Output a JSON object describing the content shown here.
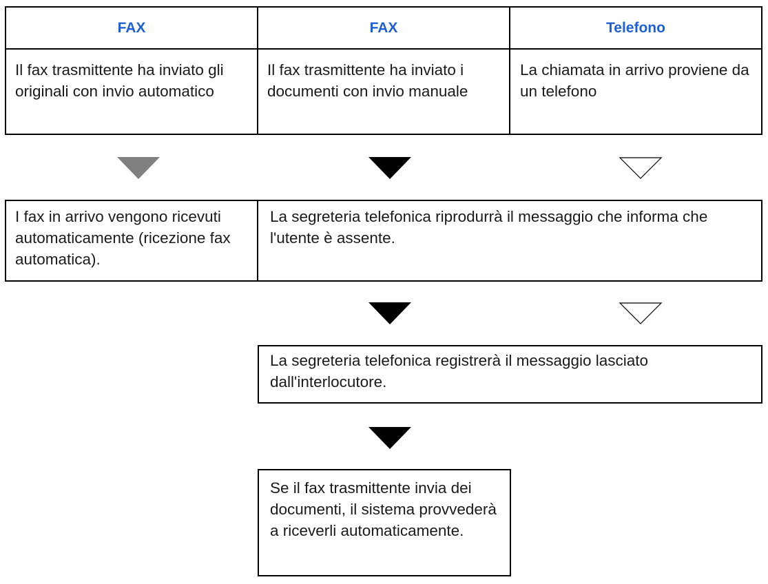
{
  "headers": [
    "FAX",
    "FAX",
    "Telefono"
  ],
  "sources": [
    "Il fax trasmittente ha inviato gli originali con invio automatico",
    "Il fax trasmittente ha inviato i documenti con invio manuale",
    "La chiamata in arrivo proviene da un telefono"
  ],
  "auto_receive": "I fax in arrivo vengono ricevuti automaticamente (ricezione fax automatica).",
  "message_play": "La segreteria telefonica riprodurrà il messaggio che informa che l'utente è assente.",
  "message_record": "La segreteria telefonica registrerà il messaggio lasciato dall'interlocutore.",
  "auto_receive_final": "Se il fax trasmittente invia dei documenti, il sistema provvederà a riceverli automaticamente.",
  "colors": {
    "header_text": "#1f5fd6",
    "arrow_gray": "#808080",
    "arrow_black": "#000000"
  }
}
